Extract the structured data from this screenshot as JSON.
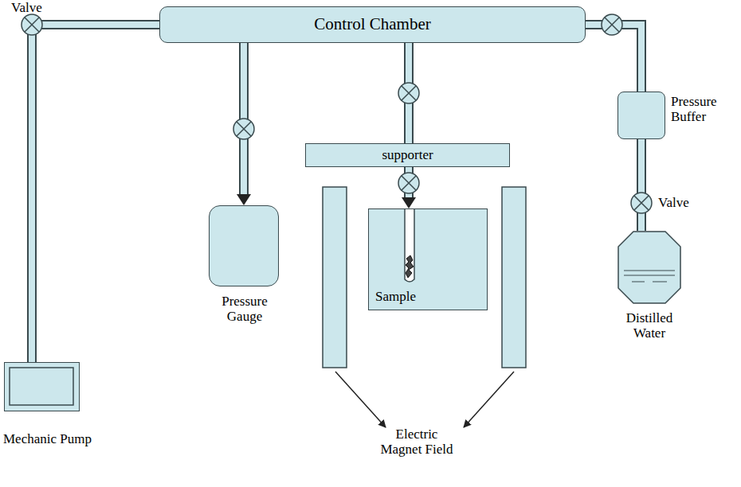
{
  "diagram": {
    "nodes": [
      {
        "text": [
          "Control Chamber"
        ]
      },
      {
        "text": [
          "Mechanic Pump"
        ]
      },
      {
        "text": [
          "Pressure Gauge"
        ]
      },
      {
        "text": [
          "supporter"
        ]
      },
      {
        "text": [
          "Sample"
        ]
      },
      {
        "text": [
          "Pressure Buffer"
        ]
      },
      {
        "text": [
          "Distilled Water"
        ]
      }
    ],
    "edges": [
      {
        "from": 0,
        "to": 1,
        "arrow": "none"
      },
      {
        "from": 0,
        "to": 2,
        "arrow": "to"
      },
      {
        "from": 0,
        "to": 3,
        "arrow": "none"
      },
      {
        "from": 3,
        "to": 4,
        "arrow": "to"
      },
      {
        "from": 0,
        "to": 5,
        "arrow": "none"
      },
      {
        "from": 5,
        "to": 6,
        "arrow": "none"
      }
    ],
    "labels": [
      "Valve",
      "Valve",
      "Electric Magnet Field"
    ]
  }
}
